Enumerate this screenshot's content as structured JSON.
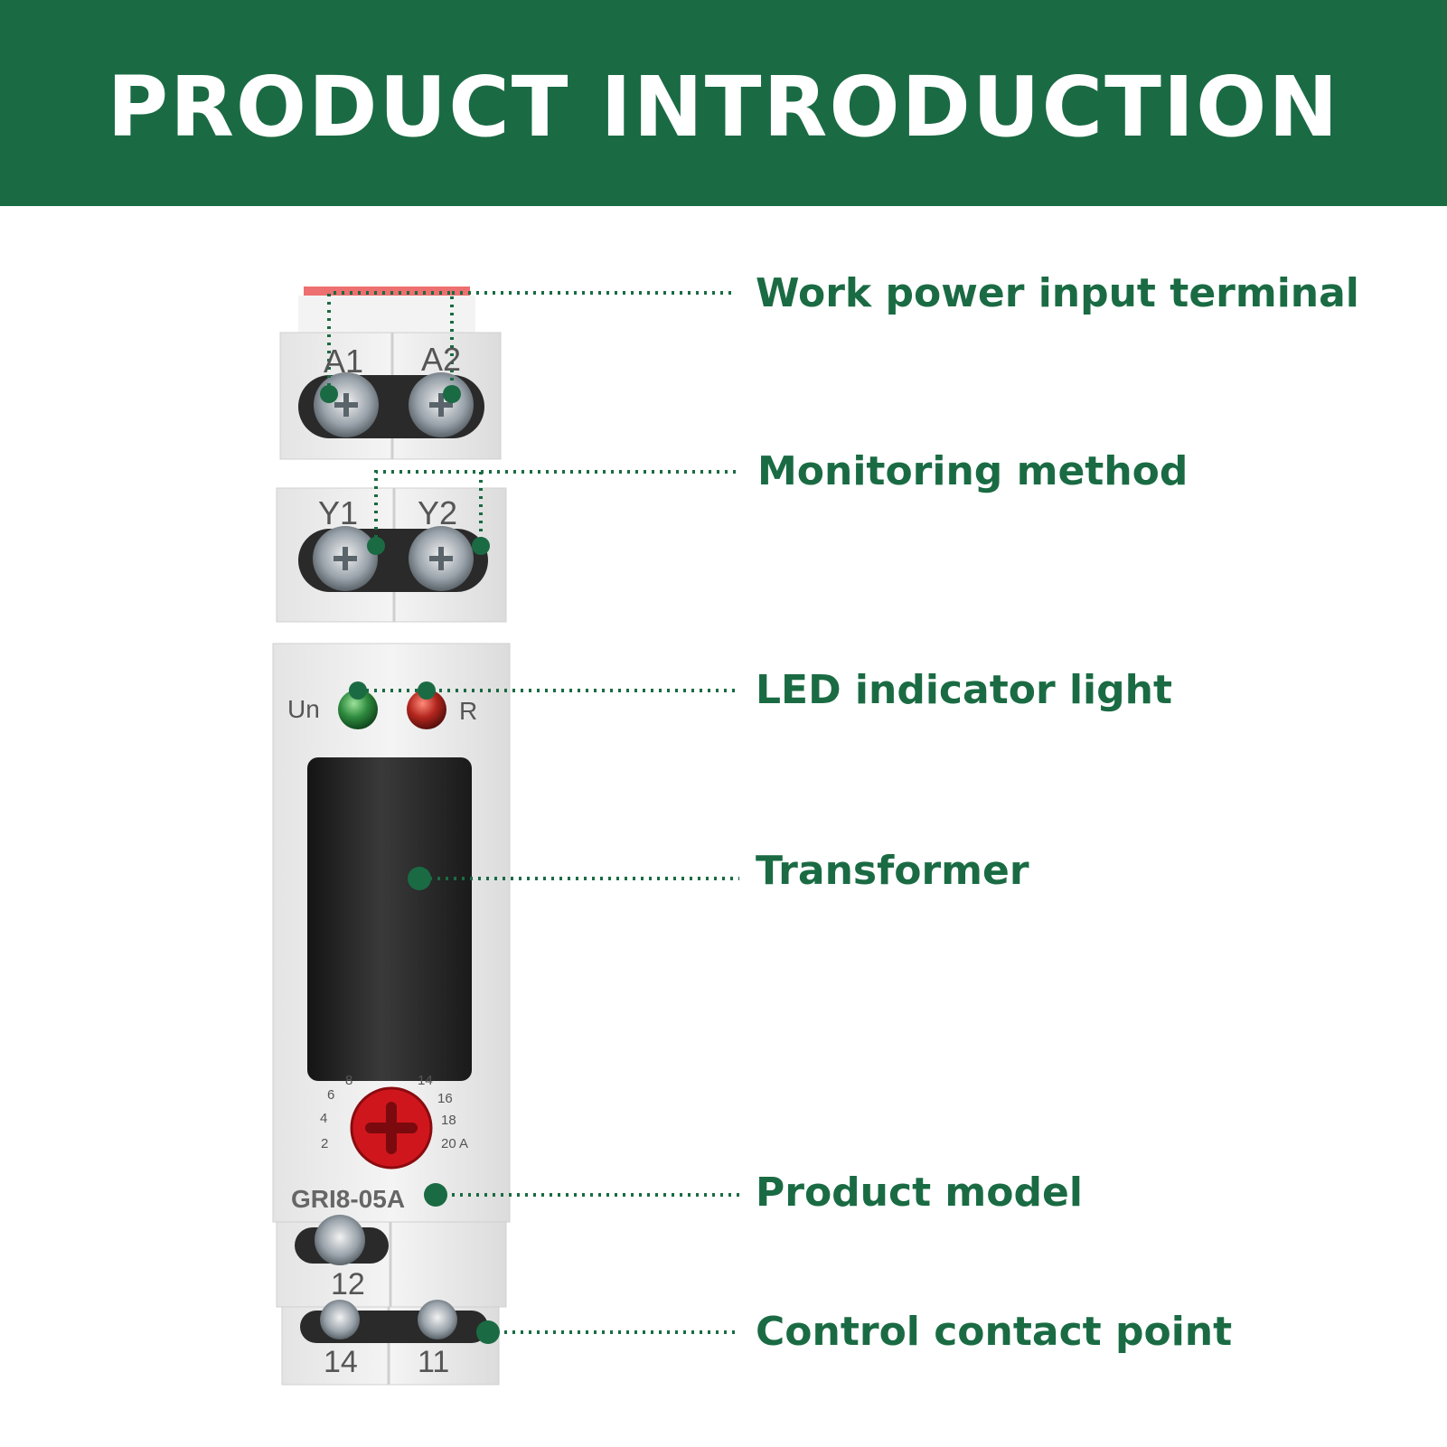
{
  "banner": {
    "title": "PRODUCT INTRODUCTION"
  },
  "device": {
    "terminals_top": [
      "A1",
      "A2"
    ],
    "terminals_mid": [
      "Y1",
      "Y2"
    ],
    "led_labels": [
      "Un",
      "R"
    ],
    "dial_scale": [
      "2",
      "4",
      "6",
      "8",
      "14",
      "16",
      "18",
      "20 A"
    ],
    "model": "GRI8-05A",
    "terminal_12": "12",
    "terminals_bottom": [
      "14",
      "11"
    ]
  },
  "callouts": [
    {
      "label": "Work power input terminal"
    },
    {
      "label": "Monitoring method"
    },
    {
      "label": "LED indicator light"
    },
    {
      "label": "Transformer"
    },
    {
      "label": "Product model"
    },
    {
      "label": "Control contact point"
    }
  ],
  "colors": {
    "brand_green": "#1a6b43",
    "led_green": "#2e8b3e",
    "led_red": "#b3261e",
    "dial_red": "#d0161d",
    "transformer": "#262626"
  }
}
